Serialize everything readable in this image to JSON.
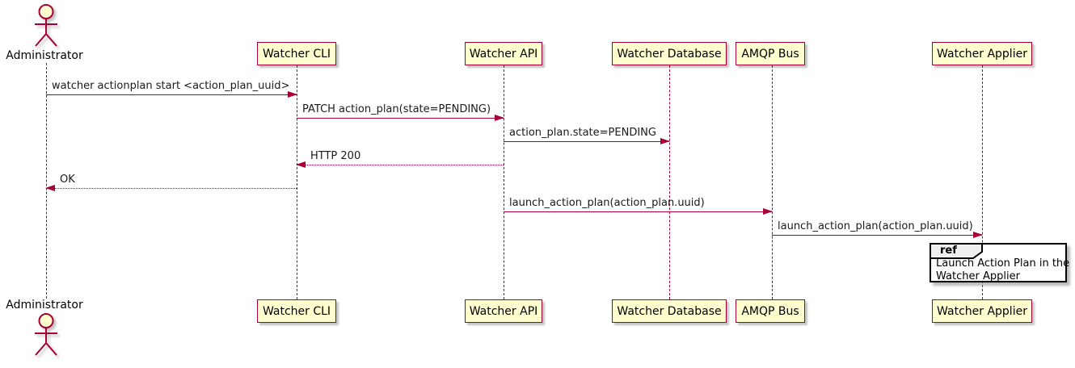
{
  "diagram": {
    "type": "sequence",
    "actor": {
      "label": "Administrator"
    },
    "participants": [
      {
        "label": "Watcher CLI"
      },
      {
        "label": "Watcher API"
      },
      {
        "label": "Watcher Database"
      },
      {
        "label": "AMQP Bus"
      },
      {
        "label": "Watcher Applier"
      }
    ],
    "messages": [
      {
        "from": "Administrator",
        "to": "Watcher CLI",
        "text": "watcher actionplan start <action_plan_uuid>",
        "line": "solid",
        "direction": "right"
      },
      {
        "from": "Watcher CLI",
        "to": "Watcher API",
        "text": "PATCH action_plan(state=PENDING)",
        "line": "solid",
        "direction": "right"
      },
      {
        "from": "Watcher API",
        "to": "Watcher Database",
        "text": "action_plan.state=PENDING",
        "line": "solid",
        "direction": "right"
      },
      {
        "from": "Watcher API",
        "to": "Watcher CLI",
        "text": "HTTP 200",
        "line": "dotted",
        "direction": "left"
      },
      {
        "from": "Watcher CLI",
        "to": "Administrator",
        "text": "OK",
        "line": "dotted",
        "direction": "left"
      },
      {
        "from": "Watcher API",
        "to": "AMQP Bus",
        "text": "launch_action_plan(action_plan.uuid)",
        "line": "solid",
        "direction": "right"
      },
      {
        "from": "AMQP Bus",
        "to": "Watcher Applier",
        "text": "launch_action_plan(action_plan.uuid)",
        "line": "solid",
        "direction": "right"
      }
    ],
    "ref_fragment": {
      "keyword": "ref",
      "lines": [
        "Launch Action Plan in the",
        "Watcher Applier"
      ],
      "over": "Watcher Applier"
    },
    "colors": {
      "participant_fill": "#FEFECE",
      "stroke": "#A80036",
      "text": "#000000",
      "ref_border": "#000000",
      "ref_header_fill": "#EEEEEE",
      "background": "#FFFFFF"
    }
  }
}
